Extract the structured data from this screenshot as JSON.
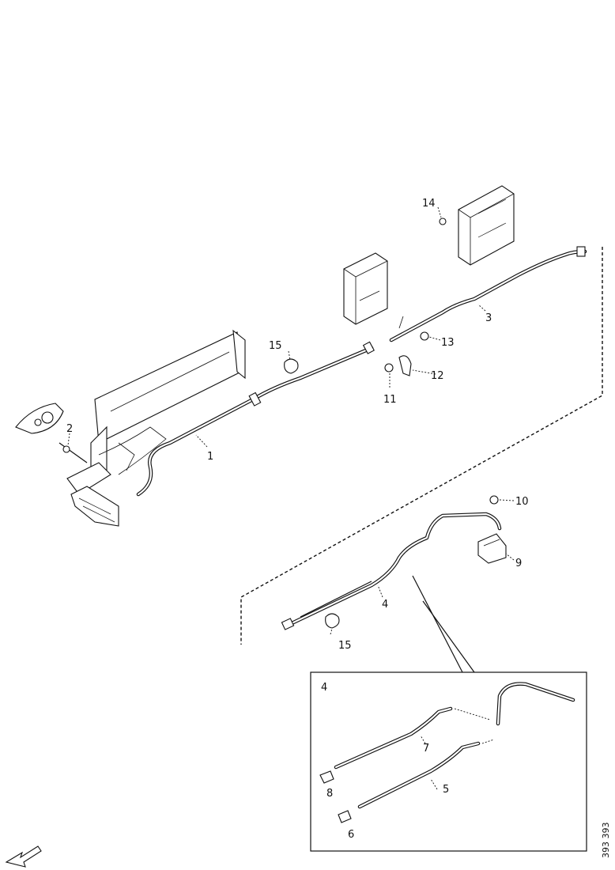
{
  "diagram": {
    "callouts": [
      "1",
      "2",
      "3",
      "4",
      "5",
      "6",
      "7",
      "8",
      "9",
      "10",
      "11",
      "12",
      "13",
      "14",
      "15"
    ],
    "inset_label": "4",
    "reference_code": "393 393"
  }
}
